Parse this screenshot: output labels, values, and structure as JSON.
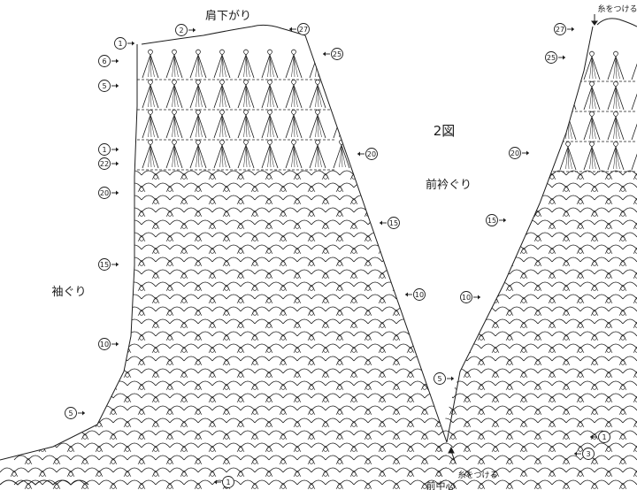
{
  "figure": {
    "number": "2図",
    "labels": {
      "shoulder": "肩下がり",
      "armhole": "袖ぐり",
      "front_neckline": "前衿ぐり",
      "attach_yarn_top": "糸をつける",
      "attach_yarn_bottom": "糸をつける",
      "center_front": "前中心"
    },
    "row_markers": {
      "left_r1_top": "1",
      "left_r2": "2",
      "left_r27": "27",
      "left_r25": "25",
      "left_r6": "6",
      "left_r5_upper": "5",
      "left_r20_inner": "20",
      "left_r1_mid": "1",
      "left_r22": "22",
      "left_r20_outer": "20",
      "left_r15_outer": "15",
      "left_r15_inner": "15",
      "left_r10_inner": "10",
      "left_r10_outer": "10",
      "left_r5_lower": "5",
      "bottom_r1": "1",
      "right_r27": "27",
      "right_r25": "25",
      "right_r20": "20",
      "right_r15": "15",
      "right_r10": "10",
      "right_r5": "5",
      "right_r1": "1",
      "right_r3": "3"
    }
  },
  "colors": {
    "ink": "#1c1c1c",
    "background": "#ffffff"
  }
}
